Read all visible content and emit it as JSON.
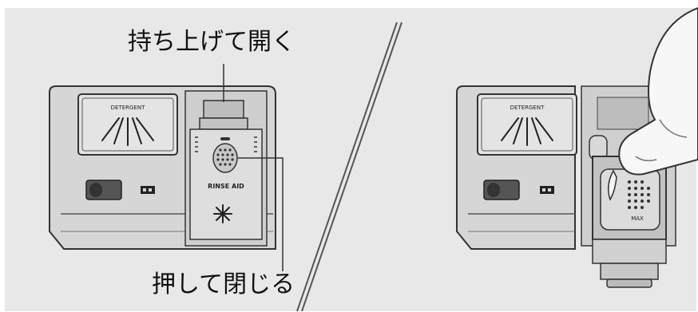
{
  "labels": {
    "lift_to_open": "持ち上げて開く",
    "push_to_close": "押して閉じる"
  },
  "panel_text": {
    "detergent_left": "DETERGENT",
    "rinse_aid": "RINSE AID",
    "detergent_right": "DETERGENT",
    "max_mark": "MAX"
  },
  "colors": {
    "background": "#e8e8e8",
    "panel_fill": "#d9d9d9",
    "outline": "#333333",
    "text": "#111111"
  },
  "icons": [
    "detergent-spray-icon",
    "sun-icon",
    "rinse-level-dots-icon",
    "hand-icon"
  ]
}
